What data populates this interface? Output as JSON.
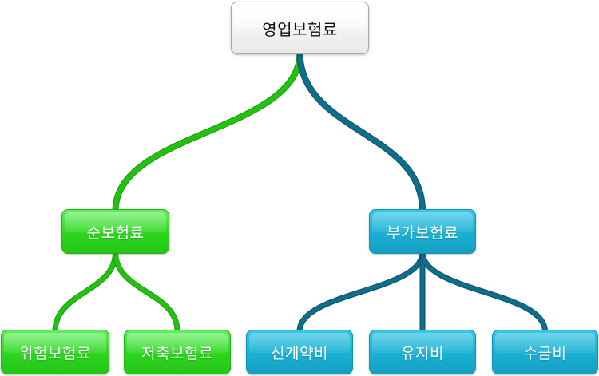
{
  "root": {
    "label": "영업보험료"
  },
  "branches": {
    "pure": {
      "label": "순보험료",
      "color": "#2cd51f",
      "children": {
        "risk": {
          "label": "위험보험료"
        },
        "saving": {
          "label": "저축보험료"
        }
      }
    },
    "loading": {
      "label": "부가보험료",
      "color": "#1ab0d3",
      "children": {
        "acquisition": {
          "label": "신계약비"
        },
        "maintenance": {
          "label": "유지비"
        },
        "collection": {
          "label": "수금비"
        }
      }
    }
  },
  "colors": {
    "green_link": "#22c112",
    "green_link_dark": "#1a9a0f",
    "blue_link": "#0f6e8c",
    "blue_link_dark": "#0a4f66",
    "root_border": "#a8a8a8"
  }
}
